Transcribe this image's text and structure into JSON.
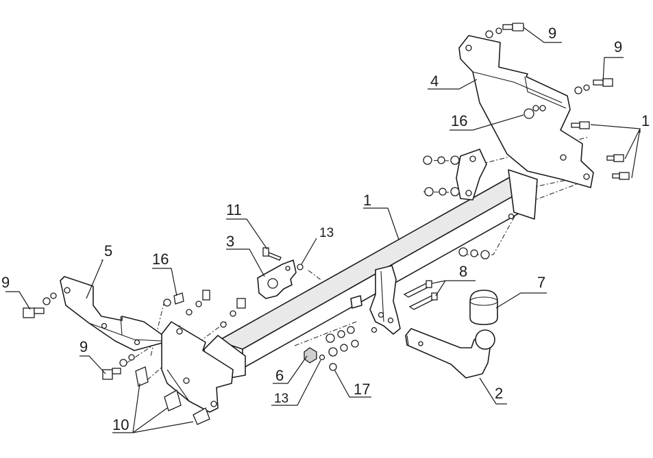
{
  "callouts": {
    "c1_bar": "1",
    "c1_bolts": "1",
    "c2": "2",
    "c3": "3",
    "c4": "4",
    "c5": "5",
    "c6": "6",
    "c7": "7",
    "c8": "8",
    "c9_top": "9",
    "c9_right": "9",
    "c9_left": "9",
    "c9_lower": "9",
    "c10": "10",
    "c11": "11",
    "c13_upper": "13",
    "c13_lower": "13",
    "c16_upper": "16",
    "c16_left": "16",
    "c17": "17"
  }
}
